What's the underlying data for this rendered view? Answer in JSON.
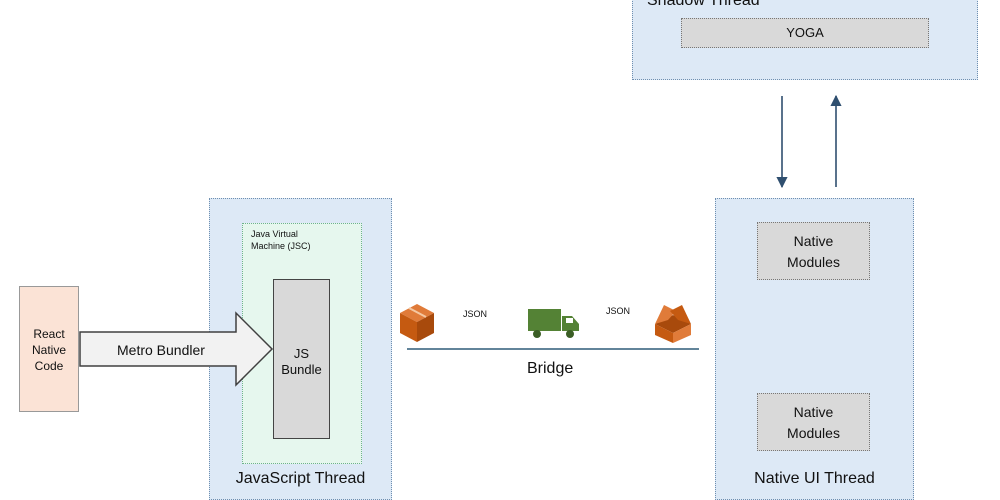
{
  "shadow_thread": {
    "title": "Shadow Thread",
    "yoga": "YOGA"
  },
  "source": {
    "lines": [
      "React",
      "Native",
      "Code"
    ]
  },
  "metro": {
    "label": "Metro Bundler"
  },
  "js_thread": {
    "title": "JavaScript Thread",
    "jvm_lines": [
      "Java Virtual",
      "Machine (JSC)"
    ],
    "bundle_lines": [
      "JS",
      "Bundle"
    ]
  },
  "bridge": {
    "label": "Bridge",
    "json_left": "JSON",
    "json_right": "JSON"
  },
  "native_thread": {
    "title": "Native UI Thread",
    "module_top_lines": [
      "Native",
      "Modules"
    ],
    "module_bottom_lines": [
      "Native",
      "Modules"
    ]
  },
  "colors": {
    "thread_fill": "#dde9f6",
    "jvm_fill": "#e6f7ee",
    "source_fill": "#fbe3d6",
    "box_icon": "#c55a11",
    "truck": "#548235"
  }
}
